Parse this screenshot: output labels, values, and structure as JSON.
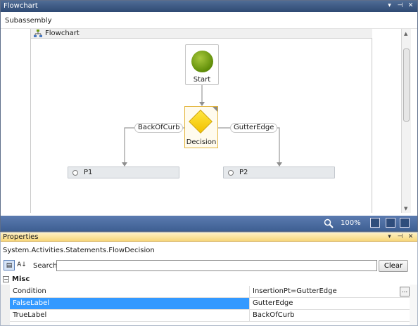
{
  "flowchart_window": {
    "title": "Flowchart",
    "breadcrumb": "Subassembly",
    "canvas_header": "Flowchart",
    "nodes": {
      "start": "Start",
      "decision": "Decision",
      "p1": "P1",
      "p2": "P2"
    },
    "branch_labels": {
      "false": "BackOfCurb",
      "true": "GutterEdge"
    },
    "zoom": "100%"
  },
  "properties_window": {
    "title": "Properties",
    "object_type": "System.Activities.Statements.FlowDecision",
    "search_label": "Search:",
    "search_value": "",
    "clear_label": "Clear",
    "category": "Misc",
    "rows": [
      {
        "name": "Condition",
        "value": "InsertionPt=GutterEdge"
      },
      {
        "name": "FalseLabel",
        "value": "GutterEdge"
      },
      {
        "name": "TrueLabel",
        "value": "BackOfCurb"
      }
    ],
    "ellipsis_label": "..."
  },
  "colors": {
    "accent_titlebar": "#3e5f92",
    "properties_titlebar": "#f7d77b",
    "selection": "#3399ff",
    "start_node": "#6a9a0c",
    "decision_node": "#f2c100"
  }
}
